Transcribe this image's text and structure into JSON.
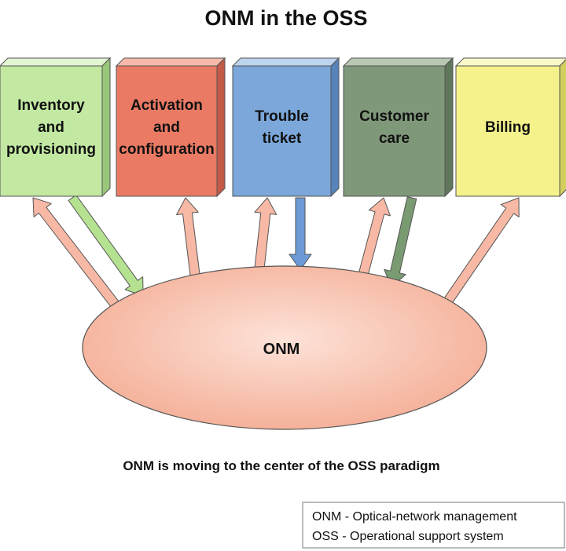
{
  "title": "ONM in the OSS",
  "center": {
    "label": "ONM",
    "fill": "#f6bba6"
  },
  "boxes": [
    {
      "id": "inventory",
      "lines": [
        "Inventory",
        "and",
        "provisioning"
      ],
      "color": "#c2e8a2",
      "top": "#e2f5d1",
      "side": "#98c77a"
    },
    {
      "id": "activation",
      "lines": [
        "Activation",
        "and",
        "configuration"
      ],
      "color": "#ea7a64",
      "top": "#f6b9ab",
      "side": "#c25a47"
    },
    {
      "id": "trouble",
      "lines": [
        "Trouble",
        "ticket"
      ],
      "color": "#7ba7da",
      "top": "#bdd4ef",
      "side": "#5783bb"
    },
    {
      "id": "customer",
      "lines": [
        "Customer",
        "care"
      ],
      "color": "#80987a",
      "top": "#b8c8b2",
      "side": "#60775b"
    },
    {
      "id": "billing",
      "lines": [
        "Billing"
      ],
      "color": "#f5f28c",
      "top": "#fbf9c9",
      "side": "#d3cf5f"
    }
  ],
  "flows": [
    {
      "box": "inventory",
      "direction": "to-box",
      "color": "#f7b9a5"
    },
    {
      "box": "inventory",
      "direction": "to-onm",
      "color": "#b5e290"
    },
    {
      "box": "activation",
      "direction": "to-box",
      "color": "#f7b9a5"
    },
    {
      "box": "trouble",
      "direction": "to-box",
      "color": "#f7b9a5"
    },
    {
      "box": "trouble",
      "direction": "to-onm",
      "color": "#6b9ad6"
    },
    {
      "box": "customer",
      "direction": "to-box",
      "color": "#f7b9a5"
    },
    {
      "box": "customer",
      "direction": "to-onm",
      "color": "#7a9a72"
    },
    {
      "box": "billing",
      "direction": "to-box",
      "color": "#f7b9a5"
    }
  ],
  "caption": "ONM is moving to the center of the OSS paradigm",
  "legend": [
    "ONM - Optical-network management",
    "OSS - Operational support system"
  ]
}
